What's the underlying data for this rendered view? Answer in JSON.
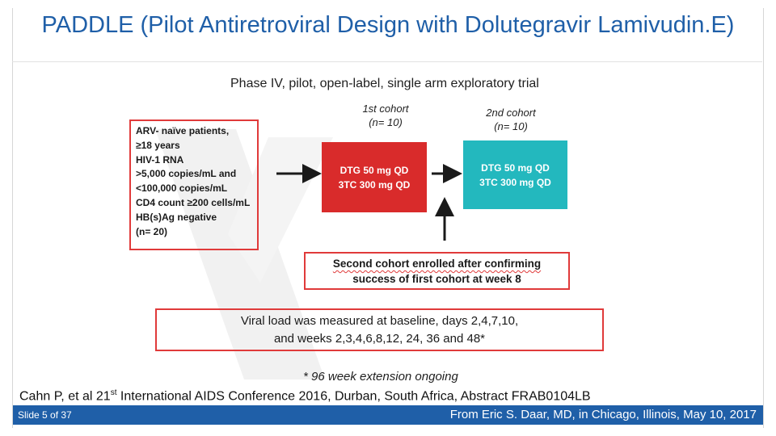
{
  "slide": {
    "title": "PADDLE (Pilot Antiretroviral Design with Dolutegravir Lamivudin.E)",
    "citation_pre": "Cahn P, et al 21",
    "citation_sup": "st",
    "citation_post": " International AIDS Conference 2016, Durban, South Africa, Abstract FRAB0104LB",
    "slide_number": "Slide 5 of 37",
    "credit": "From Eric S. Daar, MD, in Chicago, Illinois, May 10, 2017"
  },
  "figure": {
    "heading": "Phase IV, pilot, open-label, single arm exploratory trial",
    "cohort1_label": "1st cohort",
    "cohort1_n": "(n= 10)",
    "cohort2_label": "2nd cohort",
    "cohort2_n": "(n= 10)",
    "inclusion_lines": [
      "ARV- naïve patients,",
      "≥18 years",
      "HIV-1 RNA",
      ">5,000 copies/mL and",
      "<100,000 copies/mL",
      "CD4 count ≥200 cells/mL",
      "HB(s)Ag negative",
      "(n= 20)"
    ],
    "regimen_line1": "DTG 50 mg QD",
    "regimen_line2": "3TC 300 mg QD",
    "second_cohort_line1": "Second cohort  enrolled after confirming",
    "second_cohort_line2": "success of first cohort at week 8",
    "viral_line1": "Viral load was measured at baseline, days 2,4,7,10,",
    "viral_line2": "and weeks 2,3,4,6,8,12, 24, 36 and 48*",
    "footnote": "* 96 week extension ongoing"
  },
  "colors": {
    "title_blue": "#1f5fa8",
    "red_box": "#d92b2b",
    "teal_box": "#23b8be",
    "outline_red": "#e03a3a"
  }
}
